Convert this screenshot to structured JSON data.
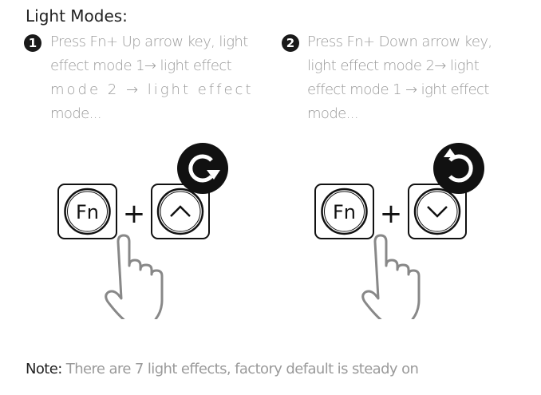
{
  "title": "Light Modes:",
  "steps": [
    {
      "number": "1",
      "lines": [
        "Press Fn+ Up arrow key, light",
        "effect mode 1→ light effect",
        "mode 2 → light effect",
        "mode..."
      ],
      "key_fn": "Fn",
      "arrow": "up",
      "rotation": "clockwise"
    },
    {
      "number": "2",
      "lines": [
        "Press Fn+ Down arrow key,",
        "light effect mode 2→ light",
        "effect mode 1 → ight effect",
        "mode..."
      ],
      "key_fn": "Fn",
      "arrow": "down",
      "rotation": "counterclockwise"
    }
  ],
  "plus": "+",
  "note": {
    "label": "Note:",
    "text": " There are 7 light effects, factory default is steady on"
  }
}
